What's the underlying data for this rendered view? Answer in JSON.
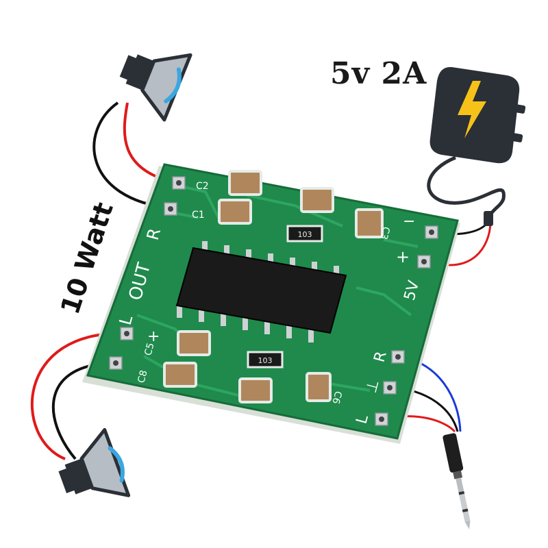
{
  "labels": {
    "power_supply": "5v 2A",
    "power_rating": "10 Watt"
  },
  "board": {
    "silkscreen": {
      "out": "OUT",
      "right_out": "R",
      "left_out": "L",
      "in_right": "R",
      "in_ground": "⊥",
      "in_left": "L",
      "supply_voltage": "5V",
      "plus": "+",
      "minus": "−",
      "plus_left": "+",
      "c1": "C1",
      "c2": "C2",
      "c3": "C3",
      "c5": "C5",
      "c6": "C6",
      "c8": "C8",
      "resistor_top": "103",
      "resistor_bottom": "103"
    }
  },
  "colors": {
    "pcb": "#1f8a4c",
    "pcb_edge": "#166b39",
    "wire_red": "#e01a1a",
    "wire_black": "#111111",
    "wire_blue": "#1a3ad8",
    "sound_wave": "#3aa7e0",
    "bolt": "#f6c21a",
    "adapter": "#2b2f36"
  },
  "icons": [
    "speaker-icon",
    "power-adapter-icon",
    "lightning-bolt-icon",
    "audio-jack-icon"
  ]
}
